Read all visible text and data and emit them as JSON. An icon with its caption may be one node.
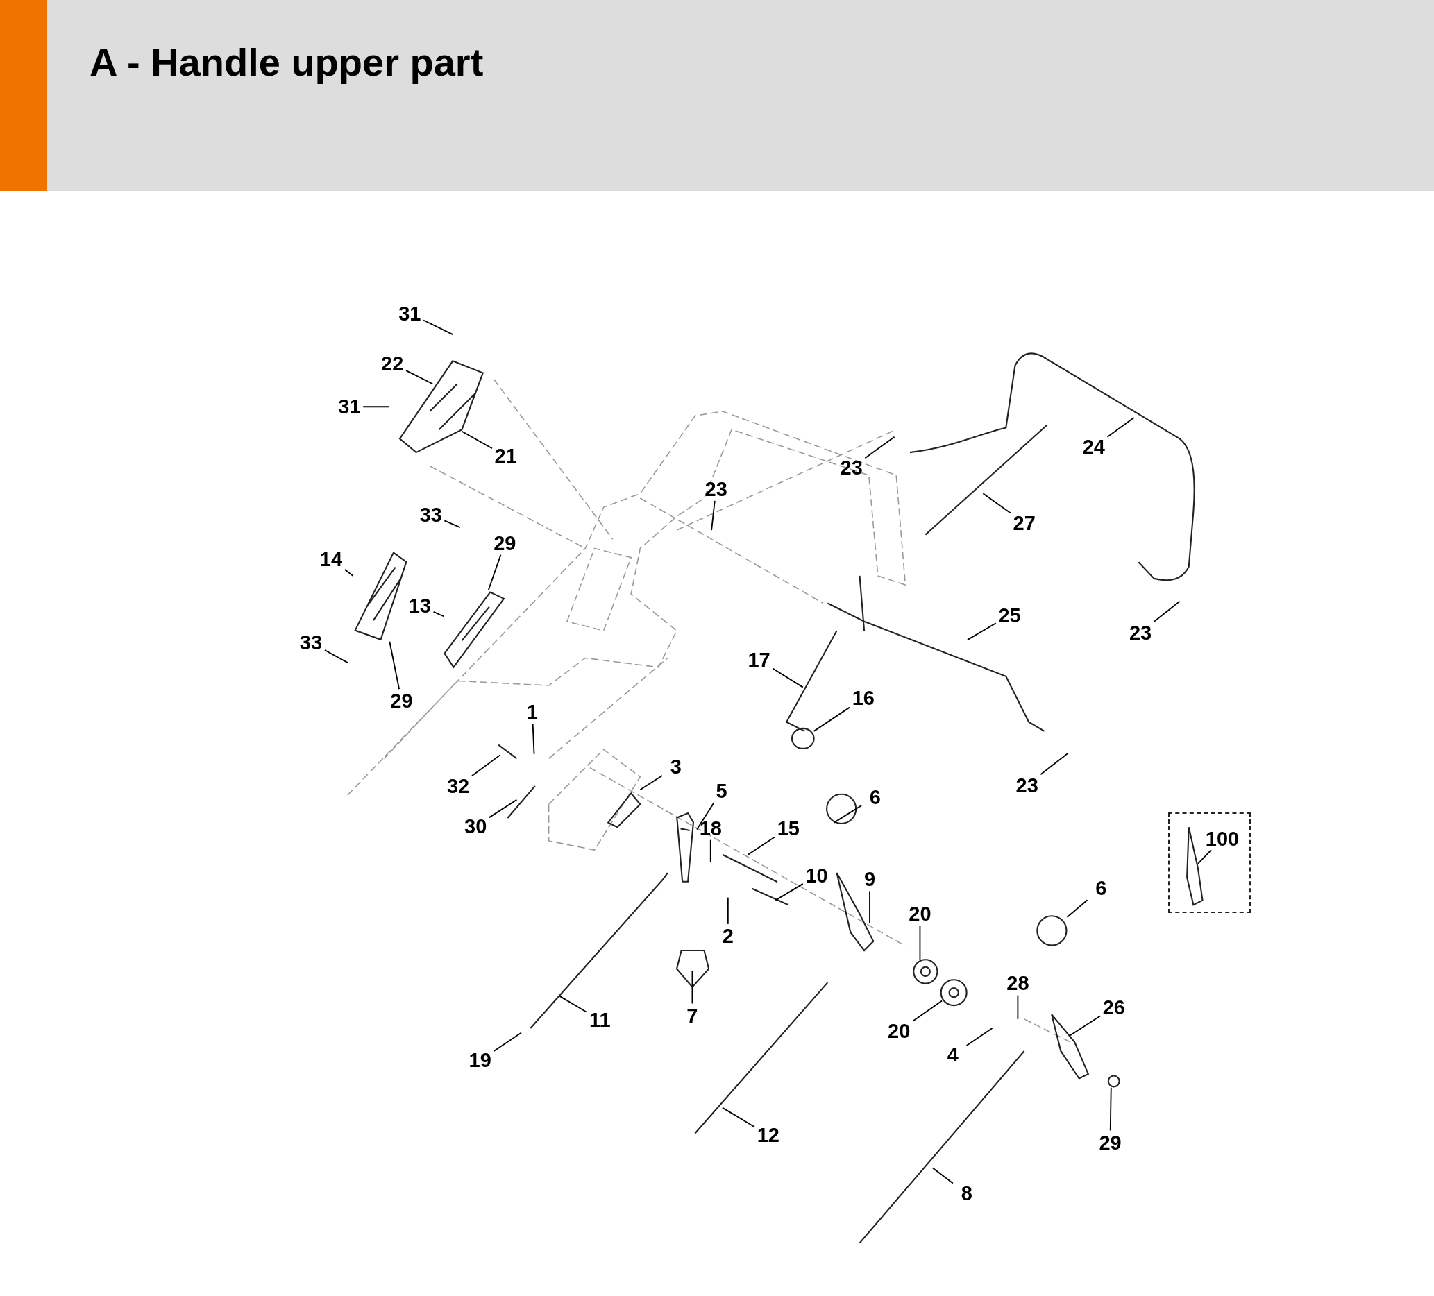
{
  "diagram": {
    "title": "A - Handle upper part",
    "nodes": [
      {
        "text": [
          "31"
        ]
      },
      {
        "text": [
          "22"
        ]
      },
      {
        "text": [
          "31"
        ]
      },
      {
        "text": [
          "21"
        ]
      },
      {
        "text": [
          "23"
        ]
      },
      {
        "text": [
          "24"
        ]
      },
      {
        "text": [
          "23"
        ]
      },
      {
        "text": [
          "27"
        ]
      },
      {
        "text": [
          "33"
        ]
      },
      {
        "text": [
          "29"
        ]
      },
      {
        "text": [
          "14"
        ]
      },
      {
        "text": [
          "13"
        ]
      },
      {
        "text": [
          "25"
        ]
      },
      {
        "text": [
          "23"
        ]
      },
      {
        "text": [
          "33"
        ]
      },
      {
        "text": [
          "17"
        ]
      },
      {
        "text": [
          "29"
        ]
      },
      {
        "text": [
          "16"
        ]
      },
      {
        "text": [
          "1"
        ]
      },
      {
        "text": [
          "32"
        ]
      },
      {
        "text": [
          "23"
        ]
      },
      {
        "text": [
          "3"
        ]
      },
      {
        "text": [
          "5"
        ]
      },
      {
        "text": [
          "30"
        ]
      },
      {
        "text": [
          "6"
        ]
      },
      {
        "text": [
          "18"
        ]
      },
      {
        "text": [
          "15"
        ]
      },
      {
        "text": [],
        "shape": "box"
      },
      {
        "text": [
          "100"
        ],
        "in": 27
      },
      {
        "text": [
          "10"
        ]
      },
      {
        "text": [
          "9"
        ]
      },
      {
        "text": [
          "6"
        ]
      },
      {
        "text": [
          "20"
        ]
      },
      {
        "text": [
          "2"
        ]
      },
      {
        "text": [
          "28"
        ]
      },
      {
        "text": [
          "26"
        ]
      },
      {
        "text": [
          "11"
        ]
      },
      {
        "text": [
          "7"
        ]
      },
      {
        "text": [
          "20"
        ]
      },
      {
        "text": [
          "4"
        ]
      },
      {
        "text": [
          "19"
        ]
      },
      {
        "text": [
          "29"
        ]
      },
      {
        "text": [
          "12"
        ]
      },
      {
        "text": [
          "8"
        ]
      },
      {
        "text": [],
        "shape": "picture"
      },
      {
        "text": [],
        "shape": "picture"
      },
      {
        "text": [],
        "shape": "circle"
      },
      {
        "text": [],
        "shape": "picture"
      }
    ],
    "edges": [
      {
        "from": 0,
        "to": null,
        "arrow": "none"
      },
      {
        "from": 1,
        "to": null,
        "arrow": "none"
      },
      {
        "from": 2,
        "to": null,
        "arrow": "none"
      },
      {
        "from": 3,
        "to": null,
        "arrow": "none"
      },
      {
        "from": 4,
        "to": null,
        "arrow": "none"
      },
      {
        "from": 5,
        "to": null,
        "arrow": "none"
      },
      {
        "from": 6,
        "to": null,
        "arrow": "none"
      },
      {
        "from": 7,
        "to": null,
        "arrow": "none"
      },
      {
        "from": 8,
        "to": null,
        "arrow": "none"
      },
      {
        "from": 9,
        "to": 47,
        "arrow": "none"
      },
      {
        "from": 10,
        "to": 44,
        "arrow": "none"
      },
      {
        "from": 11,
        "to": 47,
        "arrow": "none"
      },
      {
        "from": 12,
        "to": null,
        "arrow": "none"
      },
      {
        "from": 13,
        "to": null,
        "arrow": "none"
      },
      {
        "from": 14,
        "to": null,
        "arrow": "none"
      },
      {
        "from": 15,
        "to": null,
        "arrow": "none"
      },
      {
        "from": 16,
        "to": 44,
        "arrow": "none"
      },
      {
        "from": 17,
        "to": null,
        "arrow": "none"
      },
      {
        "from": 18,
        "to": null,
        "arrow": "none"
      },
      {
        "from": 19,
        "to": null,
        "arrow": "none"
      },
      {
        "from": 20,
        "to": null,
        "arrow": "none"
      },
      {
        "from": 21,
        "to": null,
        "arrow": "none"
      },
      {
        "from": 22,
        "to": 45,
        "arrow": "none"
      },
      {
        "from": 23,
        "to": null,
        "arrow": "none"
      },
      {
        "from": 24,
        "to": null,
        "arrow": "none"
      },
      {
        "from": 25,
        "to": null,
        "arrow": "none"
      },
      {
        "from": 26,
        "to": null,
        "arrow": "none"
      },
      {
        "from": 28,
        "to": null,
        "arrow": "none"
      },
      {
        "from": 29,
        "to": null,
        "arrow": "none"
      },
      {
        "from": 30,
        "to": null,
        "arrow": "none"
      },
      {
        "from": 31,
        "to": 46,
        "arrow": "none"
      },
      {
        "from": 32,
        "to": null,
        "arrow": "none"
      },
      {
        "from": 33,
        "to": null,
        "arrow": "none"
      },
      {
        "from": 34,
        "to": null,
        "arrow": "none"
      },
      {
        "from": 35,
        "to": null,
        "arrow": "none"
      },
      {
        "from": 36,
        "to": null,
        "arrow": "none"
      },
      {
        "from": 37,
        "to": null,
        "arrow": "none"
      },
      {
        "from": 38,
        "to": null,
        "arrow": "none"
      },
      {
        "from": 39,
        "to": null,
        "arrow": "none"
      },
      {
        "from": 40,
        "to": null,
        "arrow": "none"
      },
      {
        "from": 41,
        "to": null,
        "arrow": "none"
      },
      {
        "from": 42,
        "to": null,
        "arrow": "none"
      },
      {
        "from": 43,
        "to": null,
        "arrow": "none"
      }
    ]
  }
}
